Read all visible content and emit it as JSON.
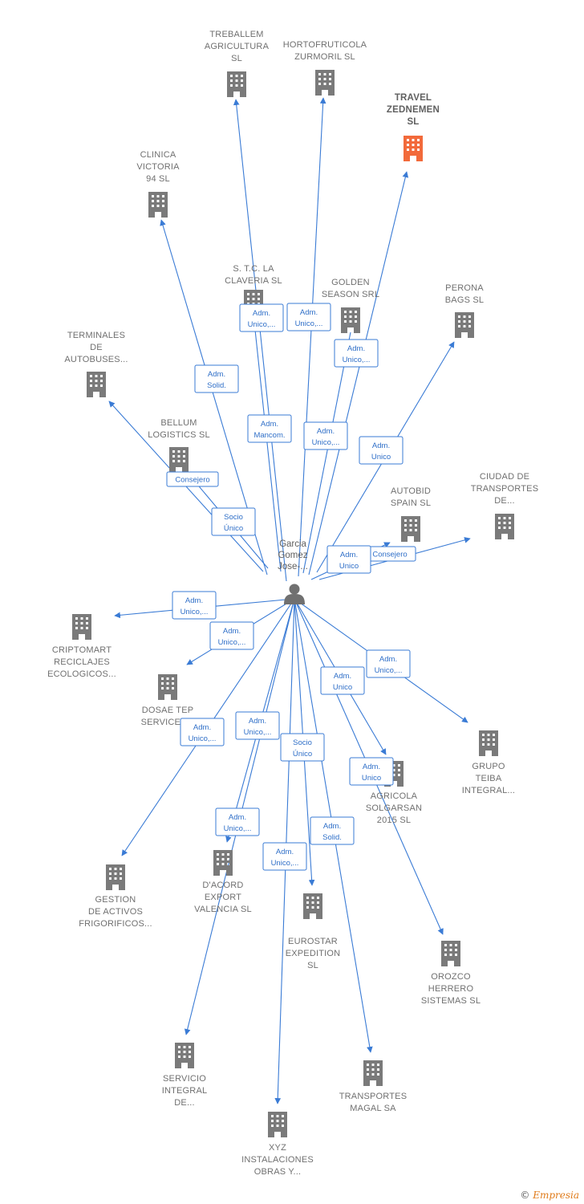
{
  "colors": {
    "edge": "#3a7bd5",
    "building": "#7a7a7a",
    "highlight": "#f26a3b",
    "person": "#707070"
  },
  "person": {
    "label": [
      "Garcia",
      "Gomez",
      "Jose-..."
    ],
    "icon": "person-icon"
  },
  "companies": [
    {
      "id": "treballem",
      "lines": [
        "TREBALLEM",
        "AGRICULTURA",
        "SL"
      ]
    },
    {
      "id": "hortofruticola",
      "lines": [
        "HORTOFRUTICOLA",
        "ZURMORIL  SL"
      ]
    },
    {
      "id": "travel",
      "lines": [
        "TRAVEL",
        "ZEDNEMEN",
        "SL"
      ],
      "highlight": true
    },
    {
      "id": "clinica",
      "lines": [
        "CLINICA",
        "VICTORIA",
        "94 SL"
      ]
    },
    {
      "id": "stc",
      "lines": [
        "S. T.C. LA",
        "CLAVERIA  SL"
      ]
    },
    {
      "id": "golden",
      "lines": [
        "GOLDEN",
        "SEASON SRL"
      ]
    },
    {
      "id": "perona",
      "lines": [
        "PERONA",
        "BAGS  SL"
      ]
    },
    {
      "id": "terminales",
      "lines": [
        "TERMINALES",
        "DE",
        "AUTOBUSES..."
      ]
    },
    {
      "id": "bellum",
      "lines": [
        "BELLUM",
        "LOGISTICS SL"
      ]
    },
    {
      "id": "ciudad",
      "lines": [
        "CIUDAD DE",
        "TRANSPORTES",
        "DE..."
      ]
    },
    {
      "id": "autobid",
      "lines": [
        "AUTOBID",
        "SPAIN  SL"
      ]
    },
    {
      "id": "criptomart",
      "lines": [
        "CRIPTOMART",
        "RECICLAJES",
        "ECOLOGICOS..."
      ]
    },
    {
      "id": "dosae",
      "lines": [
        "DOSAE TEP",
        "SERVICES..."
      ]
    },
    {
      "id": "grupo",
      "lines": [
        "GRUPO",
        "TEIBA",
        "INTEGRAL..."
      ]
    },
    {
      "id": "agricola",
      "lines": [
        "AGRICOLA",
        "SOLGARSAN",
        "2015  SL"
      ]
    },
    {
      "id": "gestion",
      "lines": [
        "GESTION",
        "DE ACTIVOS",
        "FRIGORIFICOS..."
      ]
    },
    {
      "id": "dacord",
      "lines": [
        "D'ACORD",
        "EXPORT",
        "VALENCIA  SL"
      ]
    },
    {
      "id": "eurostar",
      "lines": [
        "EUROSTAR",
        "EXPEDITION",
        "SL"
      ]
    },
    {
      "id": "orozco",
      "lines": [
        "OROZCO",
        "HERRERO",
        "SISTEMAS  SL"
      ]
    },
    {
      "id": "servicio",
      "lines": [
        "SERVICIO",
        "INTEGRAL",
        "DE..."
      ]
    },
    {
      "id": "transportes",
      "lines": [
        "TRANSPORTES",
        "MAGAL SA"
      ]
    },
    {
      "id": "xyz",
      "lines": [
        "XYZ",
        "INSTALACIONES",
        "OBRAS Y..."
      ]
    }
  ],
  "relations": [
    {
      "target": "treballem",
      "role": [
        "Adm.",
        "Mancom."
      ]
    },
    {
      "target": "hortofruticola",
      "role": [
        "Adm.",
        "Unico,..."
      ]
    },
    {
      "target": "travel",
      "role": [
        "Adm.",
        "Unico,..."
      ]
    },
    {
      "target": "clinica",
      "role": [
        "Adm.",
        "Solid."
      ]
    },
    {
      "target": "stc",
      "role": [
        "Adm.",
        "Unico,..."
      ]
    },
    {
      "target": "golden",
      "role": [
        "Adm.",
        "Unico,..."
      ]
    },
    {
      "target": "perona",
      "role": [
        "Adm.",
        "Unico"
      ]
    },
    {
      "target": "terminales",
      "role": [
        "Consejero"
      ]
    },
    {
      "target": "bellum",
      "role": [
        "Socio",
        "Único"
      ]
    },
    {
      "target": "ciudad",
      "role": [
        "Consejero"
      ]
    },
    {
      "target": "autobid",
      "role": [
        "Adm.",
        "Unico"
      ]
    },
    {
      "target": "criptomart",
      "role": [
        "Adm.",
        "Unico,..."
      ]
    },
    {
      "target": "dosae",
      "role": [
        "Adm.",
        "Unico,..."
      ]
    },
    {
      "target": "grupo",
      "role": [
        "Adm.",
        "Unico,..."
      ]
    },
    {
      "target": "agricola",
      "role": [
        "Adm.",
        "Unico"
      ]
    },
    {
      "target": "gestion",
      "role": [
        "Adm.",
        "Unico,..."
      ]
    },
    {
      "target": "dacord",
      "role": [
        "Adm.",
        "Unico,..."
      ]
    },
    {
      "target": "eurostar",
      "role": [
        "Socio",
        "Único"
      ]
    },
    {
      "target": "orozco",
      "role": [
        "Adm.",
        "Unico"
      ]
    },
    {
      "target": "servicio",
      "role": [
        "Adm.",
        "Unico,..."
      ]
    },
    {
      "target": "transportes",
      "role": [
        "Adm.",
        "Solid."
      ]
    },
    {
      "target": "xyz",
      "role": [
        "Adm.",
        "Unico,..."
      ]
    }
  ],
  "footer": {
    "copyright": "©",
    "brand": "Empresia"
  }
}
